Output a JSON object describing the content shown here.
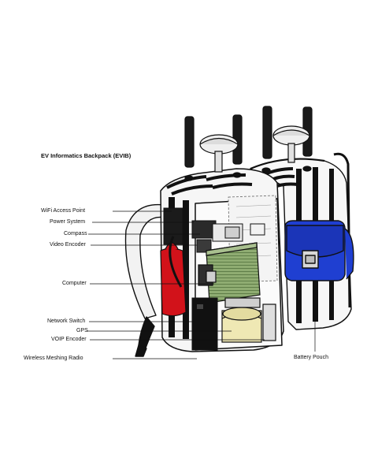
{
  "title": "EV Informatics Backpack (EVIB)",
  "labels": {
    "wifi": "WiFi Access Point",
    "power": "Power System",
    "compass": "Compass",
    "video": "Video Encoder",
    "computer": "Computer",
    "switch": "Network Switch",
    "gps": "GPS",
    "voip": "VOIP Encoder",
    "radio": "Wireless Meshing Radio",
    "pouch": "Battery Pouch"
  },
  "colors": {
    "outline": "#111111",
    "pouch_blue": "#1f3fd1",
    "bottle_red": "#d2121a",
    "board_green": "#8fac72",
    "board_green_dark": "#5f7d48",
    "gps_yellow": "#efe8b4",
    "strap_gray": "#d8d8d8",
    "panel_gray": "#ececec"
  }
}
